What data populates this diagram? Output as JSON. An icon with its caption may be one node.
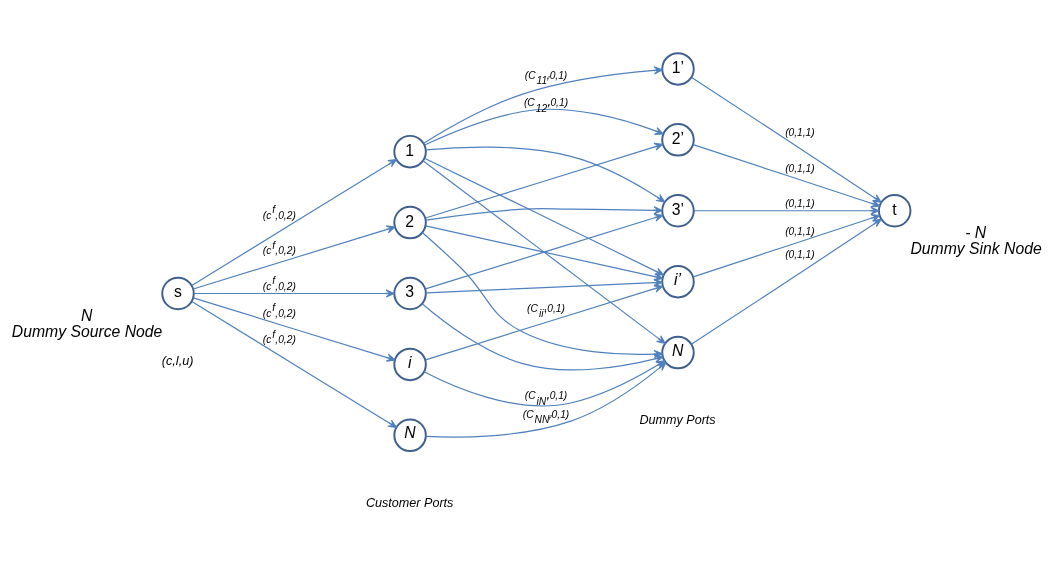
{
  "diagram": {
    "nodes": [
      {
        "text": [
          "s"
        ],
        "beside": [
          "N",
          "Dummy Source Node"
        ]
      },
      {
        "text": [
          "1"
        ]
      },
      {
        "text": [
          "2"
        ]
      },
      {
        "text": [
          "3"
        ]
      },
      {
        "text": [
          "i"
        ]
      },
      {
        "text": [
          "N"
        ]
      },
      {
        "text": [
          "1’"
        ]
      },
      {
        "text": [
          "2’"
        ]
      },
      {
        "text": [
          "3’"
        ]
      },
      {
        "text": [
          "i’"
        ]
      },
      {
        "text": [
          "N"
        ]
      },
      {
        "text": [
          "t"
        ],
        "beside": [
          "- N",
          "Dummy Sink Node"
        ]
      }
    ],
    "edges": [
      {
        "from": 0,
        "to": 1,
        "arrow": "to",
        "label": "(c$^{f}$,0,2)"
      },
      {
        "from": 0,
        "to": 2,
        "arrow": "to",
        "label": "(c$^{f}$,0,2)"
      },
      {
        "from": 0,
        "to": 3,
        "arrow": "to",
        "label": "(c$^{f}$,0,2)"
      },
      {
        "from": 0,
        "to": 4,
        "arrow": "to",
        "label": "(c$^{f}$,0,2)"
      },
      {
        "from": 0,
        "to": 5,
        "arrow": "to",
        "label": "(c$^{f}$,0,2)"
      },
      {
        "from": 1,
        "to": 6,
        "arrow": "to",
        "label": "(C$_{11’}$,0,1)"
      },
      {
        "from": 1,
        "to": 7,
        "arrow": "to",
        "label": "(C$_{12’}$,0,1)"
      },
      {
        "from": 1,
        "to": 8,
        "arrow": "to"
      },
      {
        "from": 1,
        "to": 9,
        "arrow": "to"
      },
      {
        "from": 1,
        "to": 10,
        "arrow": "to"
      },
      {
        "from": 2,
        "to": 7,
        "arrow": "to"
      },
      {
        "from": 2,
        "to": 8,
        "arrow": "to"
      },
      {
        "from": 2,
        "to": 9,
        "arrow": "to"
      },
      {
        "from": 2,
        "to": 10,
        "arrow": "to"
      },
      {
        "from": 3,
        "to": 8,
        "arrow": "to"
      },
      {
        "from": 3,
        "to": 9,
        "arrow": "to"
      },
      {
        "from": 3,
        "to": 10,
        "arrow": "to"
      },
      {
        "from": 4,
        "to": 9,
        "arrow": "to",
        "label": "(C$_{ii’}$,0,1)"
      },
      {
        "from": 4,
        "to": 10,
        "arrow": "to",
        "label": "(C$_{iN’}$,0,1)"
      },
      {
        "from": 5,
        "to": 10,
        "arrow": "to",
        "label": "(C$_{NN’}$,0,1)"
      },
      {
        "from": 6,
        "to": 11,
        "arrow": "to",
        "label": "(0,1,1)"
      },
      {
        "from": 7,
        "to": 11,
        "arrow": "to",
        "label": "(0,1,1)"
      },
      {
        "from": 8,
        "to": 11,
        "arrow": "to",
        "label": "(0,1,1)"
      },
      {
        "from": 9,
        "to": 11,
        "arrow": "to",
        "label": "(0,1,1)"
      },
      {
        "from": 10,
        "to": 11,
        "arrow": "to",
        "label": "(0,1,1)"
      }
    ],
    "labels": [
      "(c,l,u)",
      "Customer Ports",
      "Dummy Ports"
    ]
  }
}
